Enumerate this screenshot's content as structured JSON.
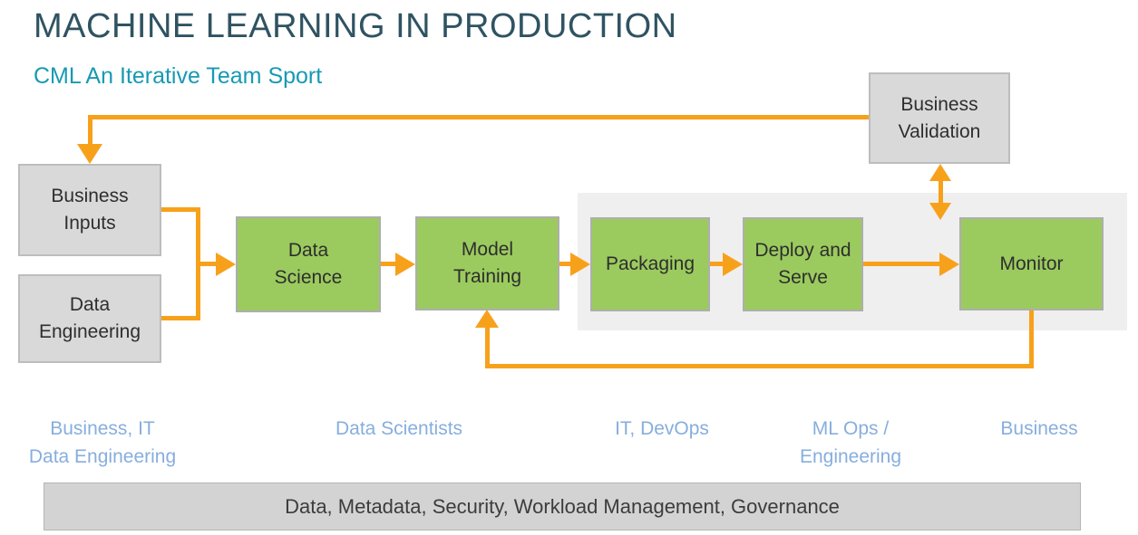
{
  "header": {
    "title": "MACHINE LEARNING IN PRODUCTION",
    "subtitle": "CML An Iterative Team Sport"
  },
  "flow": {
    "business_inputs": "Business\nInputs",
    "data_engineering": "Data\nEngineering",
    "business_validation": "Business\nValidation",
    "data_science": "Data\nScience",
    "model_training": "Model\nTraining",
    "packaging": "Packaging",
    "deploy_serve": "Deploy and\nServe",
    "monitor": "Monitor"
  },
  "roles": [
    {
      "label": "Business, IT\nData Engineering"
    },
    {
      "label": "Data Scientists"
    },
    {
      "label": "IT, DevOps"
    },
    {
      "label": "ML Ops /\nEngineering"
    },
    {
      "label": "Business"
    }
  ],
  "platform_bar": "Data, Metadata, Security, Workload Management, Governance",
  "colors": {
    "title": "#2f5362",
    "subtitle": "#179ab2",
    "green_box": "#9bcb5e",
    "gray_box": "#d9d9d9",
    "stage_container": "#efefef",
    "arrow_orange": "#f7a11b",
    "role_blue": "#87aede",
    "platform_bar_bg": "#d3d3d3"
  }
}
